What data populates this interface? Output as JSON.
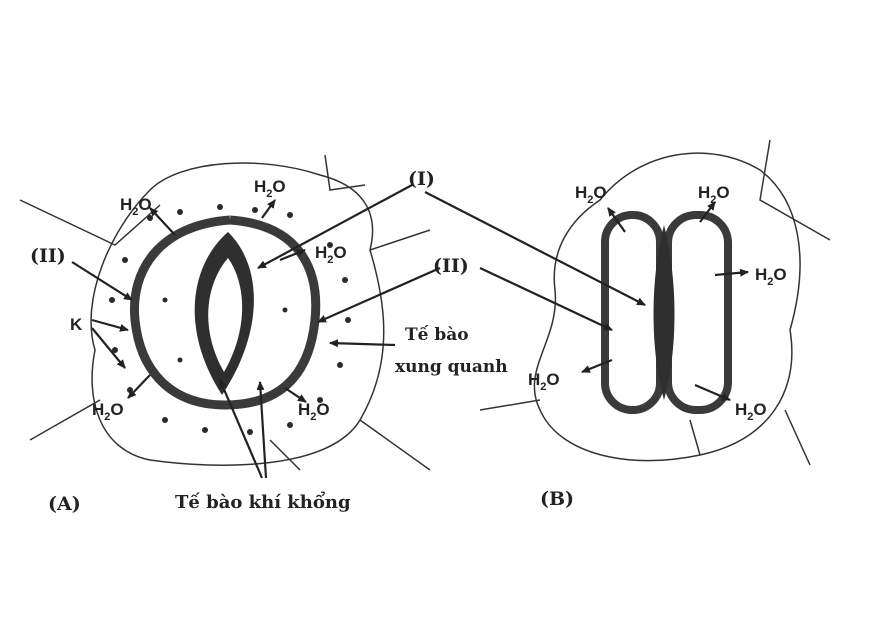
{
  "diagram_a": {
    "caption": "(A)",
    "label_I": "(I)",
    "label_II_left": "(II)",
    "label_II_right": "(II)",
    "label_K": "K",
    "label_surrounding": [
      "Tế bào",
      "xung quanh"
    ],
    "label_guard": "Tế bào khí khổng",
    "water": {
      "base": "H",
      "sub": "2",
      "tail": "O"
    }
  },
  "diagram_b": {
    "caption": "(B)"
  },
  "colors": {
    "ink": "#333333",
    "guard_wall": "#3a3a3a",
    "stipple": "#9a9a9a"
  }
}
